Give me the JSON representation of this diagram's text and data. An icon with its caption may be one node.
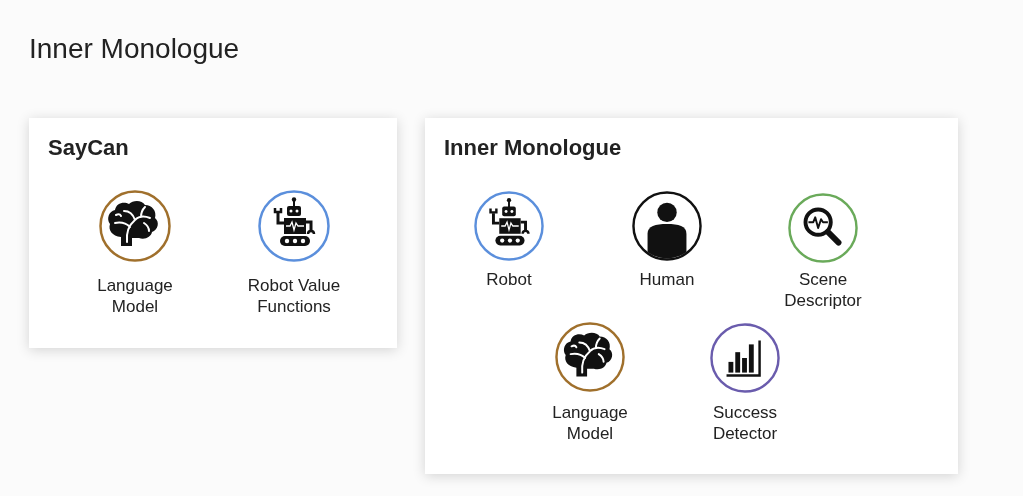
{
  "diagram": {
    "title": "Inner Monologue",
    "nodes": [
      {
        "text": [
          "SayCan"
        ]
      },
      {
        "text": [
          "Language Model"
        ],
        "in": 0
      },
      {
        "text": [
          "Robot Value Functions"
        ],
        "in": 0
      },
      {
        "text": [
          "Inner Monologue"
        ]
      },
      {
        "text": [
          "Robot"
        ],
        "in": 3
      },
      {
        "text": [
          "Human"
        ],
        "in": 3
      },
      {
        "text": [
          "Scene Descriptor"
        ],
        "in": 3
      },
      {
        "text": [
          "Language Model"
        ],
        "in": 3
      },
      {
        "text": [
          "Success Detector"
        ],
        "in": 3
      }
    ]
  }
}
